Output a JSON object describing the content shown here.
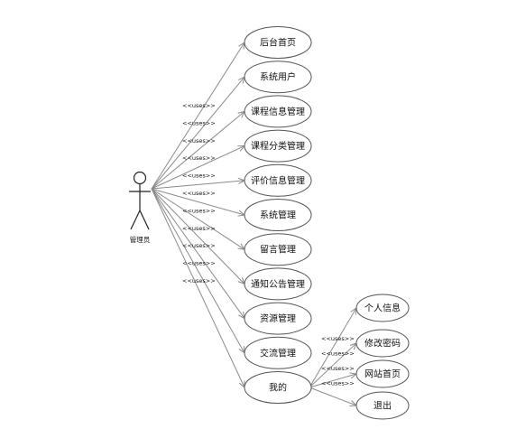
{
  "actor": {
    "name": "管理员"
  },
  "stereotype": "<<uses>>",
  "use_cases": [
    {
      "id": "backend-home",
      "label": "后台首页"
    },
    {
      "id": "system-users",
      "label": "系统用户"
    },
    {
      "id": "course-info-mgmt",
      "label": "课程信息管理"
    },
    {
      "id": "course-category-mgmt",
      "label": "课程分类管理"
    },
    {
      "id": "review-info-mgmt",
      "label": "评价信息管理"
    },
    {
      "id": "system-mgmt",
      "label": "系统管理"
    },
    {
      "id": "message-mgmt",
      "label": "留言管理"
    },
    {
      "id": "notice-mgmt",
      "label": "通知公告管理"
    },
    {
      "id": "resource-mgmt",
      "label": "资源管理"
    },
    {
      "id": "exchange-mgmt",
      "label": "交流管理"
    },
    {
      "id": "mine",
      "label": "我的"
    }
  ],
  "sub_use_cases": [
    {
      "id": "personal-info",
      "label": "个人信息"
    },
    {
      "id": "change-password",
      "label": "修改密码"
    },
    {
      "id": "site-home",
      "label": "网站首页"
    },
    {
      "id": "logout",
      "label": "退出"
    }
  ]
}
